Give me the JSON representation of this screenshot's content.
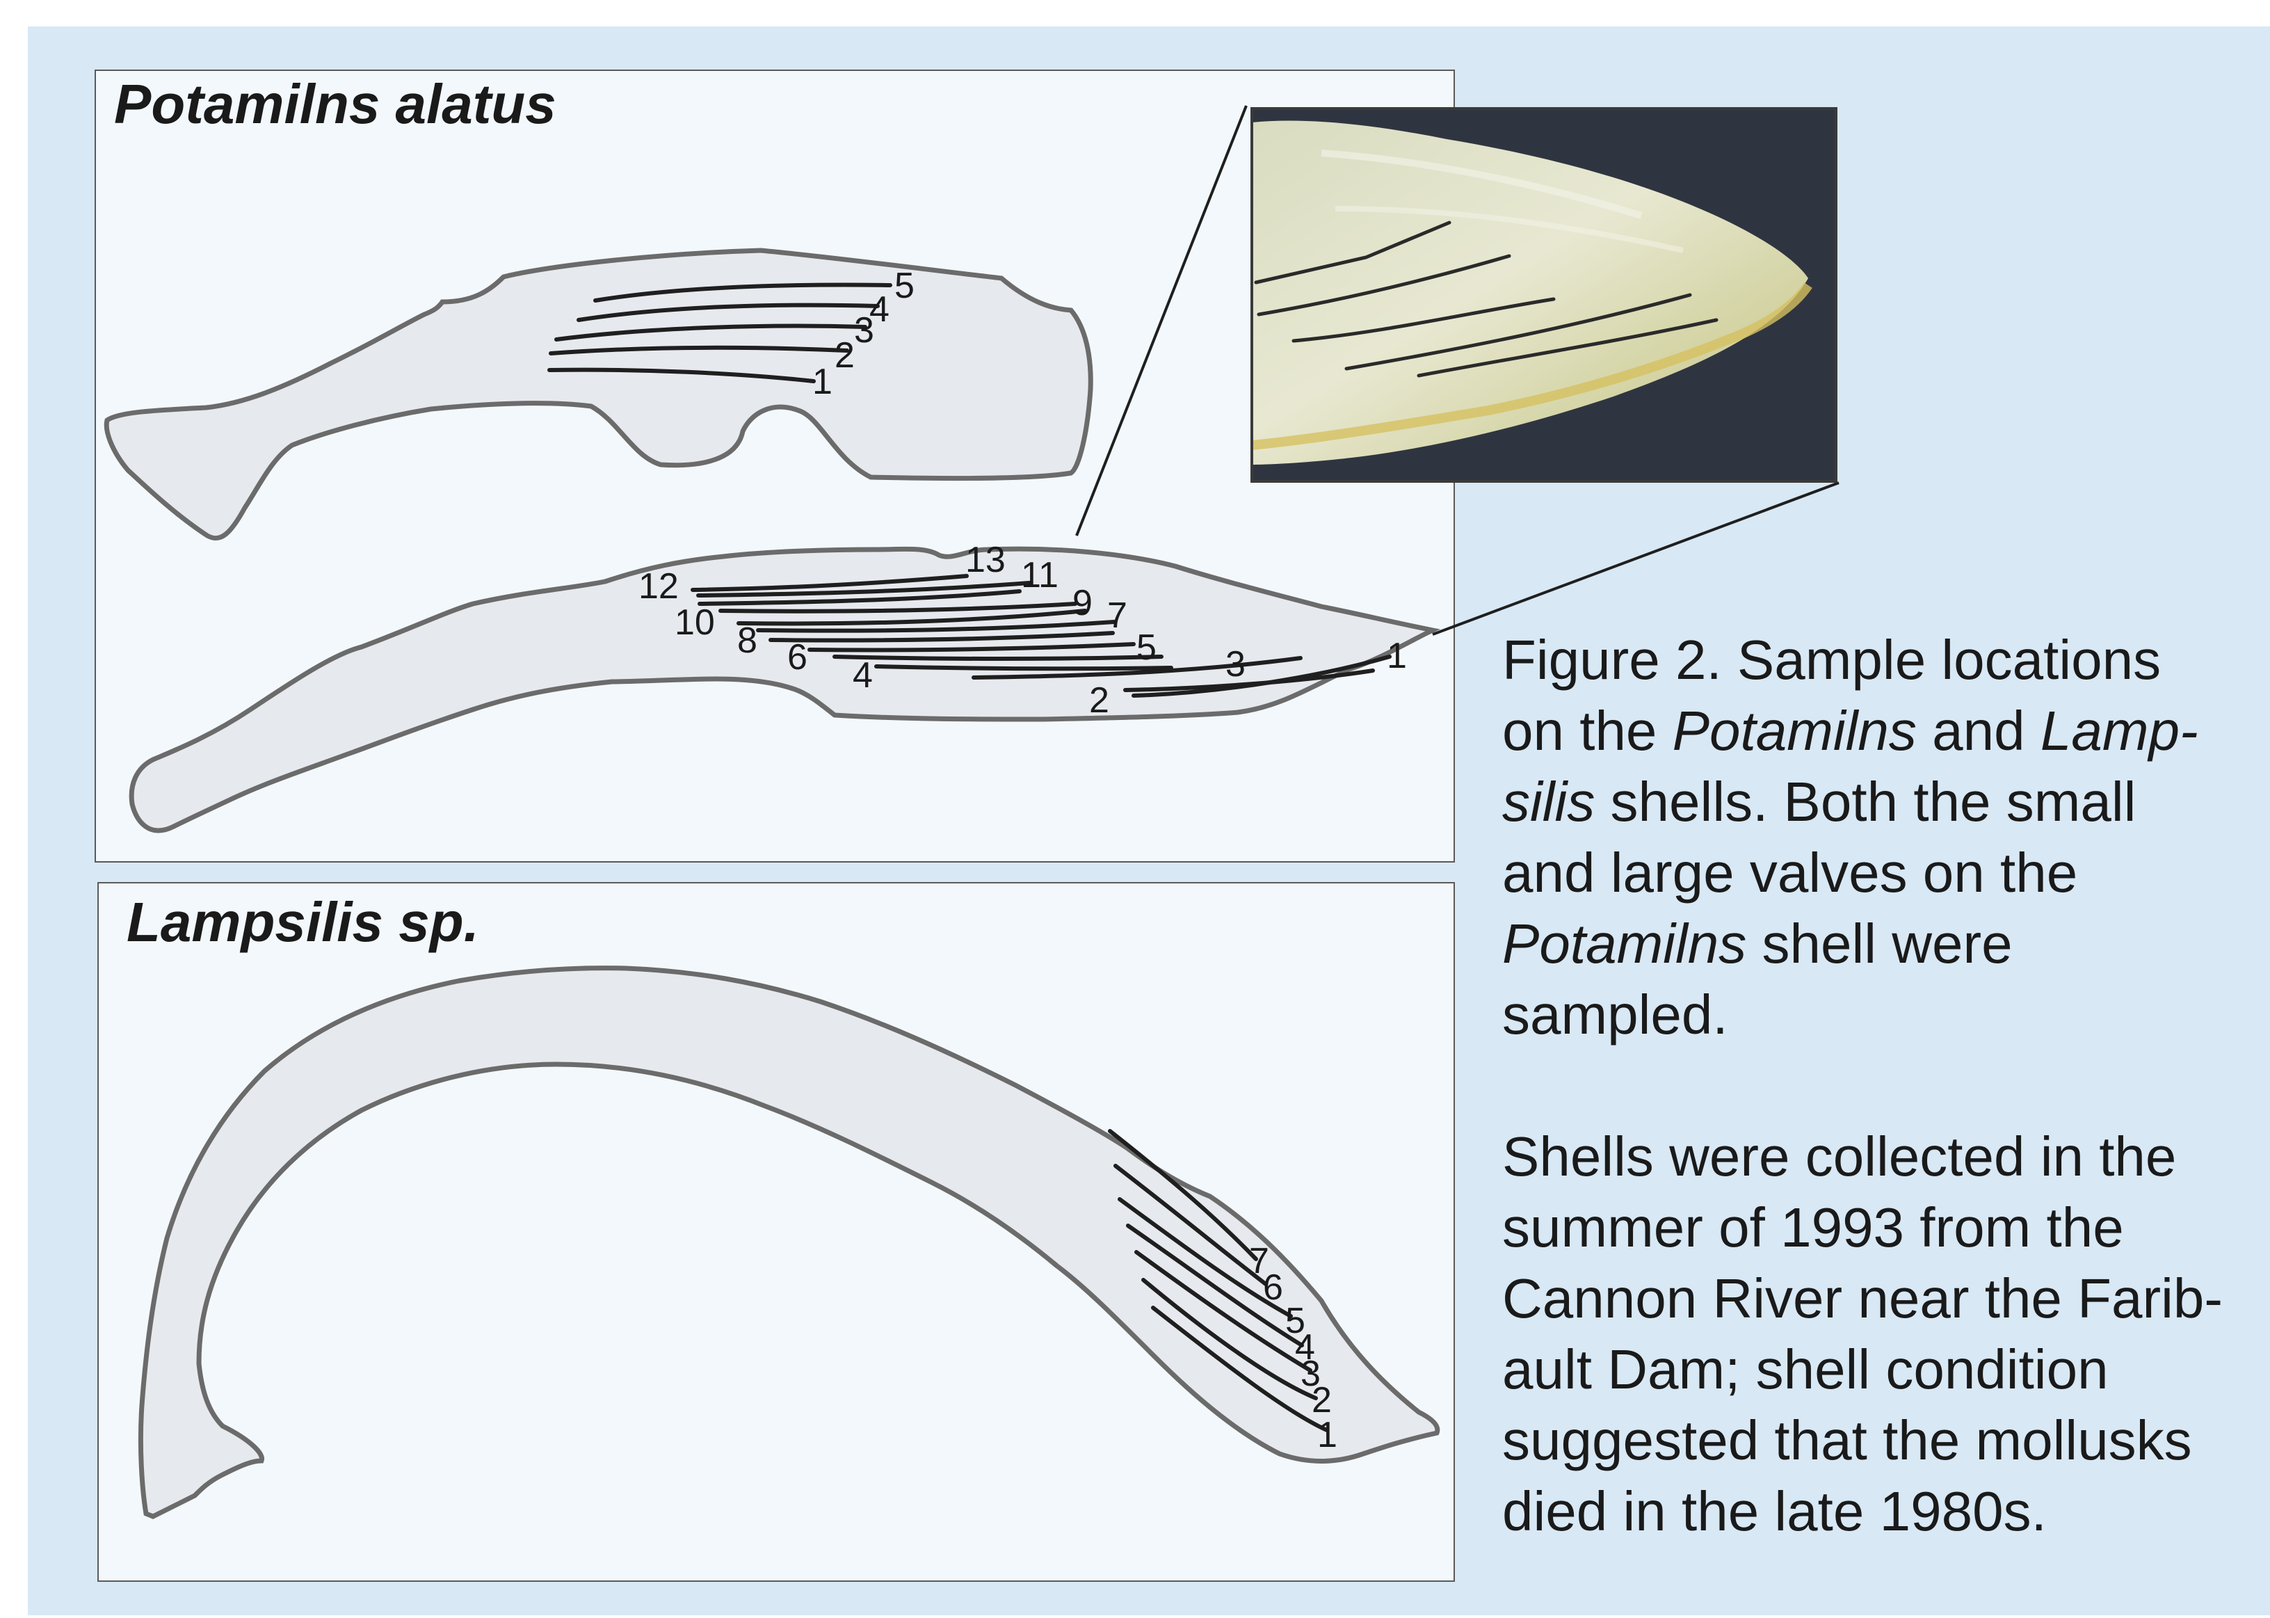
{
  "panels": {
    "top": {
      "title": "Potamilns alatus"
    },
    "bottom": {
      "title": "Lampsilis sp."
    }
  },
  "small_valve_labels": [
    "1",
    "2",
    "3",
    "4",
    "5"
  ],
  "large_valve_labels": [
    "1",
    "2",
    "3",
    "4",
    "5",
    "6",
    "7",
    "8",
    "9",
    "10",
    "11",
    "12",
    "13"
  ],
  "lampsilis_labels": [
    "1",
    "2",
    "3",
    "4",
    "5",
    "6",
    "7"
  ],
  "caption": {
    "p1_l1": "Figure 2.  Sample locations",
    "p1_l2a": "on the ",
    "p1_l2b": "Potamilns",
    "p1_l2c": " and  ",
    "p1_l2d": "Lamp-",
    "p1_l3a": "silis",
    "p1_l3b": " shells.  Both the small",
    "p1_l4": "and large valves on the",
    "p1_l5a": "Potamilns",
    "p1_l5b": " shell were",
    "p1_l6": "sampled.",
    "p2_l1": "Shells were collected in the",
    "p2_l2": "summer of 1993 from the",
    "p2_l3": "Cannon River near the Farib-",
    "p2_l4": "ault Dam; shell condition",
    "p2_l5": "suggested that the mollusks",
    "p2_l6": "died in the late 1980s."
  }
}
